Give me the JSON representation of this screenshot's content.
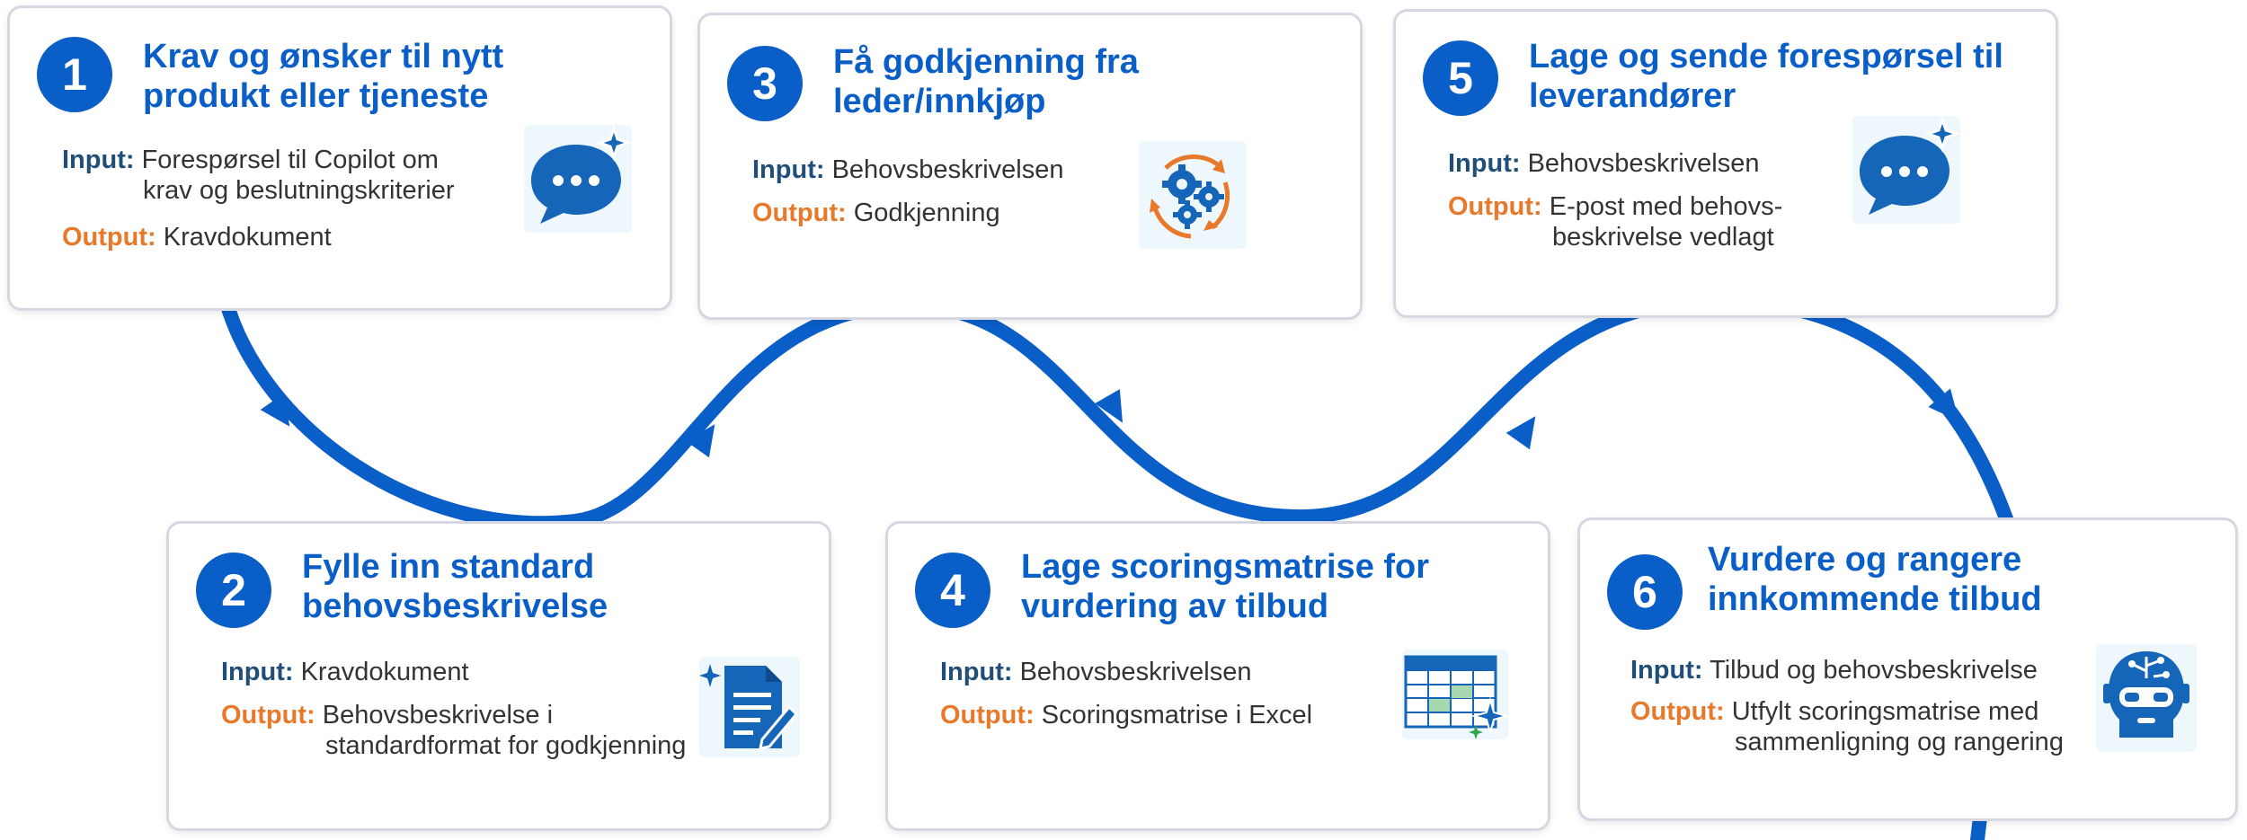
{
  "steps": [
    {
      "number": "1",
      "title": "Krav og ønsker til nytt\nprodukt eller tjeneste",
      "input_label": "Input:",
      "input": "Forespørsel til Copilot om",
      "input_cont": "krav og beslutningskriterier",
      "output_label": "Output:",
      "output": "Kravdokument",
      "output_cont": "",
      "icon": "chat-sparkle-icon"
    },
    {
      "number": "2",
      "title": "Fylle inn standard\nbehovsbeskrivelse",
      "input_label": "Input:",
      "input": "Kravdokument",
      "input_cont": "",
      "output_label": "Output:",
      "output": "Behovsbeskrivelse i",
      "output_cont": "standardformat for godkjenning",
      "icon": "document-edit-icon"
    },
    {
      "number": "3",
      "title": "Få godkjenning fra\nleder/innkjøp",
      "input_label": "Input:",
      "input": "Behovsbeskrivelsen",
      "input_cont": "",
      "output_label": "Output:",
      "output": "Godkjenning",
      "output_cont": "",
      "icon": "gears-cycle-icon"
    },
    {
      "number": "4",
      "title": "Lage scoringsmatrise for\nvurdering av tilbud",
      "input_label": "Input:",
      "input": "Behovsbeskrivelsen",
      "input_cont": "",
      "output_label": "Output:",
      "output": "Scoringsmatrise i Excel",
      "output_cont": "",
      "icon": "spreadsheet-icon"
    },
    {
      "number": "5",
      "title": "Lage og sende forespørsel til\nleverandører",
      "input_label": "Input:",
      "input": "Behovsbeskrivelsen",
      "input_cont": "",
      "output_label": "Output:",
      "output": "E-post med behovs-",
      "output_cont": "beskrivelse vedlagt",
      "icon": "chat-sparkle-icon"
    },
    {
      "number": "6",
      "title": "Vurdere og rangere\ninnkommende tilbud",
      "input_label": "Input:",
      "input": "Tilbud og behovsbeskrivelse",
      "input_cont": "",
      "output_label": "Output:",
      "output": "Utfylt scoringsmatrise med",
      "output_cont": "sammenligning og rangering",
      "icon": "ai-head-icon"
    }
  ],
  "colors": {
    "accent": "#0a5ec8",
    "input_label": "#1f4e79",
    "output_label": "#e8782a",
    "card_border": "#d5d8e2",
    "icon_bg": "#eef7fb"
  }
}
